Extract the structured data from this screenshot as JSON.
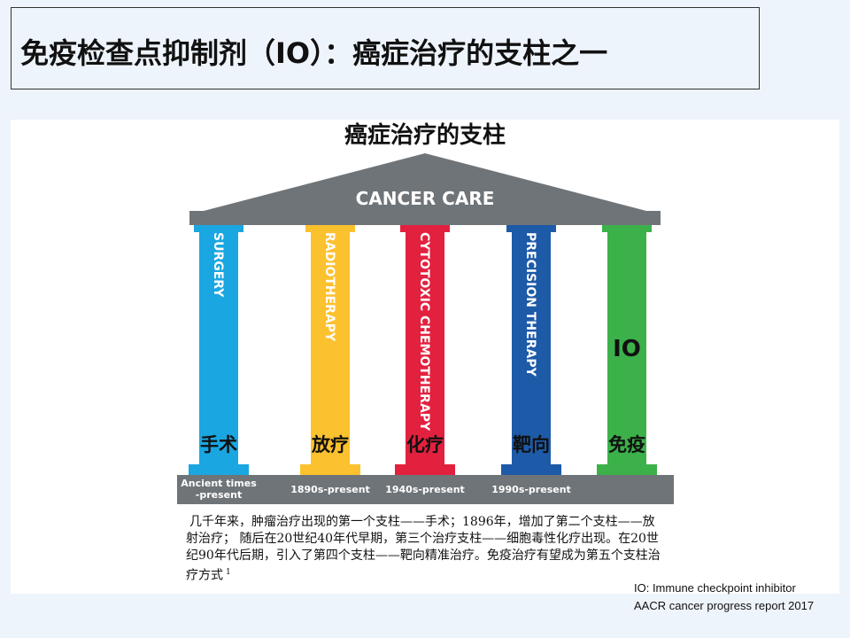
{
  "slide": {
    "title": "免疫检查点抑制剂（IO）：癌症治疗的支柱之一"
  },
  "figure": {
    "title": "癌症治疗的支柱",
    "roof_label": "CANCER CARE",
    "colors": {
      "roof": "#6f7478",
      "base": "#6f7478",
      "text_on_gray": "#ffffff"
    },
    "pillars": [
      {
        "name": "SURGERY",
        "cn": "手术",
        "era": "Ancient times -present",
        "era_lines": [
          "Ancient times",
          "-present"
        ],
        "color": "#1aa6e0"
      },
      {
        "name": "RADIOTHERAPY",
        "cn": "放疗",
        "era": "1890s-present",
        "era_lines": [
          "1890s-present"
        ],
        "color": "#fcc12e"
      },
      {
        "name": "CYTOTOXIC CHEMOTHERAPY",
        "cn": "化疗",
        "era": "1940s-present",
        "era_lines": [
          "1940s-present"
        ],
        "color": "#e2213f"
      },
      {
        "name": "PRECISION THERAPY",
        "cn": "靶向",
        "era": "1990s-present",
        "era_lines": [
          "1990s-present"
        ],
        "color": "#1d5aa8"
      },
      {
        "name": "",
        "cn": "免疫",
        "era": "",
        "era_lines": [],
        "color": "#3cb14a",
        "overlay": "IO"
      }
    ]
  },
  "description": "几千年来，肿瘤治疗出现的第一个支柱——手术；1896年，增加了第二个支柱——放射治疗；  随后在20世纪40年代早期，第三个治疗支柱——细胞毒性化疗出现。在20世纪90年代后期，引入了第四个支柱——靶向精准治疗。免疫治疗有望成为第五个支柱治疗方式",
  "description_sup": "1",
  "references": {
    "line1": "IO: Immune checkpoint inhibitor",
    "line2": "AACR cancer progress report 2017"
  }
}
